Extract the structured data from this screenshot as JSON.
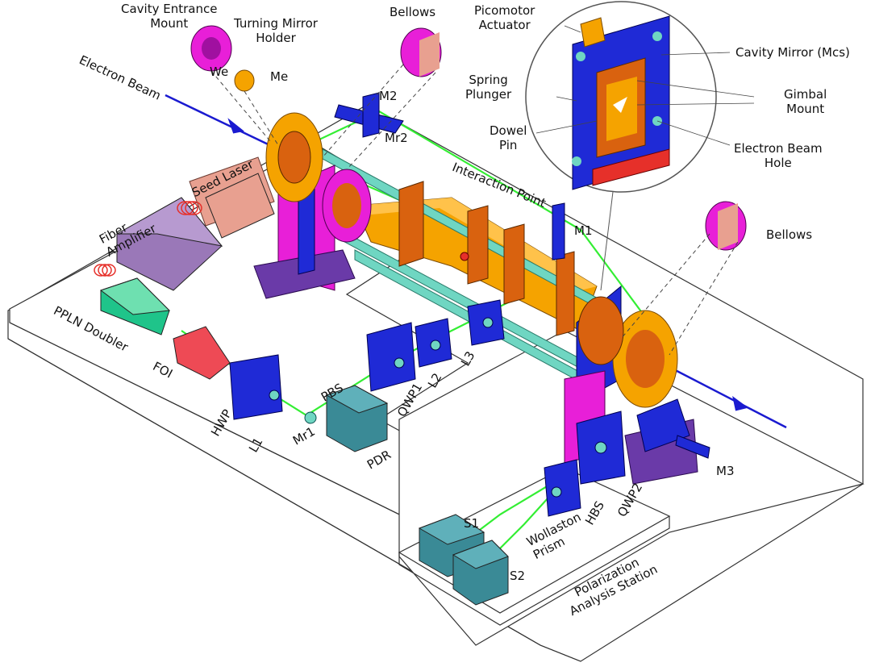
{
  "labels": {
    "cavity_entrance_mount": [
      "Cavity Entrance",
      "Mount"
    ],
    "turning_mirror_holder": [
      "Turning Mirror",
      "Holder"
    ],
    "bellows_top": "Bellows",
    "picomotor_actuator": [
      "Picomotor",
      "Actuator"
    ],
    "cavity_mirror": "Cavity Mirror (Mcs)",
    "spring_plunger": [
      "Spring",
      "Plunger"
    ],
    "gimbal_mount": [
      "Gimbal",
      "Mount"
    ],
    "dowel_pin": [
      "Dowel",
      "Pin"
    ],
    "electron_beam_hole": [
      "Electron Beam",
      "Hole"
    ],
    "we": "We",
    "me": "Me",
    "m2": "M2",
    "mr2": "Mr2",
    "electron_beam": "Electron Beam",
    "seed_laser": "Seed Laser",
    "interaction_point": "Interaction Point",
    "fiber_amplifier": [
      "Fiber",
      "Amplifier"
    ],
    "m1": "M1",
    "bellows_right": "Bellows",
    "ppln_doubler": "PPLN Doubler",
    "foi": "FOI",
    "l3": "L3",
    "l2": "L2",
    "qwp1": "QWP1",
    "pbs": "PBS",
    "hwp": "HWP",
    "l1": "L1",
    "mr1": "Mr1",
    "pdr": "PDR",
    "m3": "M3",
    "qwp2": "QWP2",
    "hbs": "HBS",
    "wollaston_prism": [
      "Wollaston",
      "Prism"
    ],
    "s1": "S1",
    "s2": "S2",
    "polarization_analysis_station": [
      "Polarization",
      "Analysis Station"
    ]
  },
  "colors": {
    "magenta": "#e81fd8",
    "orange": "#f5a300",
    "dark_orange": "#d9620f",
    "blue": "#1f2ad6",
    "teal": "#6fd6c2",
    "laser_green": "#33ee33",
    "electron_blue": "#1a1ad0",
    "purple_box": "#9a78b8",
    "teal_box": "#3a8a96",
    "green_box": "#1fc48a",
    "red_foi": "#ee4a55",
    "table": "#ffffff",
    "salmon": "#e8a090",
    "red_base": "#e6302a"
  }
}
